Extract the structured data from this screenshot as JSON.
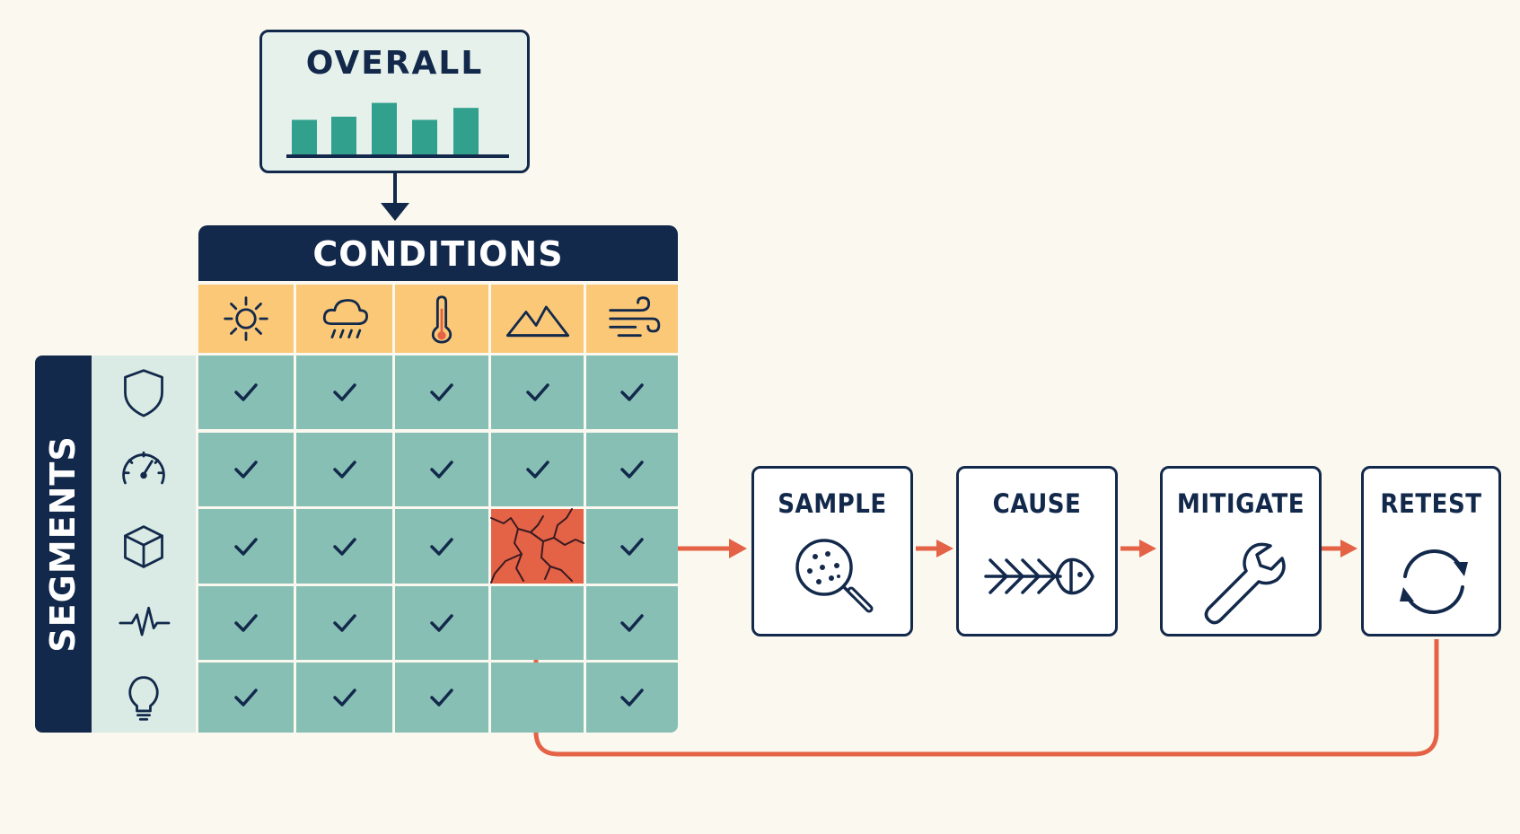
{
  "overall": {
    "title": "OVERALL",
    "bars": [
      0.55,
      0.6,
      0.82,
      0.55,
      0.74
    ],
    "bar_color": "#31a08d"
  },
  "conditions": {
    "title": "CONDITIONS",
    "icons": [
      "sun-icon",
      "rain-cloud-icon",
      "thermometer-icon",
      "mountains-icon",
      "wind-icon"
    ]
  },
  "segments": {
    "title": "SEGMENTS",
    "icons": [
      "shield-icon",
      "speedometer-icon",
      "cube-icon",
      "heartbeat-icon",
      "lightbulb-icon"
    ]
  },
  "matrix": {
    "rows": [
      [
        "pass",
        "pass",
        "pass",
        "pass",
        "pass"
      ],
      [
        "pass",
        "pass",
        "pass",
        "pass",
        "pass"
      ],
      [
        "pass",
        "pass",
        "pass",
        "fail",
        "pass"
      ],
      [
        "pass",
        "pass",
        "pass",
        "empty",
        "pass"
      ],
      [
        "pass",
        "pass",
        "pass",
        "empty",
        "pass"
      ]
    ],
    "pass_symbol": "✓"
  },
  "steps": [
    {
      "label": "SAMPLE",
      "icon": "magnifier-sample-icon"
    },
    {
      "label": "CAUSE",
      "icon": "fishbone-icon"
    },
    {
      "label": "MITIGATE",
      "icon": "wrench-icon"
    },
    {
      "label": "RETEST",
      "icon": "refresh-icon"
    }
  ],
  "colors": {
    "navy": "#13294b",
    "teal_cell": "#87bfb5",
    "condition_cell": "#fbc877",
    "fail_cell": "#e46346",
    "arrow": "#e46346",
    "background": "#fbf8ef"
  }
}
